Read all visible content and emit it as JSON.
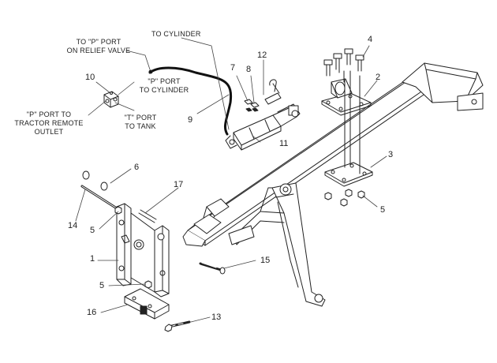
{
  "labels": {
    "p_port_relief": "TO \"P\" PORT\nON RELIEF VALVE",
    "to_cylinder_top": "TO CYLINDER",
    "p_port_cylinder": "\"P\" PORT\nTO CYLINDER",
    "p_port_tractor": "\"P\" PORT TO\nTRACTOR REMOTE\nOUTLET",
    "t_port_tank": "\"T\" PORT\nTO TANK"
  },
  "callouts": {
    "c1": "1",
    "c2": "2",
    "c3": "3",
    "c4": "4",
    "c5a": "5",
    "c5b": "5",
    "c5c": "5",
    "c6": "6",
    "c7": "7",
    "c8": "8",
    "c9": "9",
    "c10": "10",
    "c11": "11",
    "c12": "12",
    "c13": "13",
    "c14": "14",
    "c15": "15",
    "c16": "16",
    "c17": "17"
  },
  "colors": {
    "ink": "#222222",
    "hose": "#111111",
    "background": "#ffffff"
  }
}
